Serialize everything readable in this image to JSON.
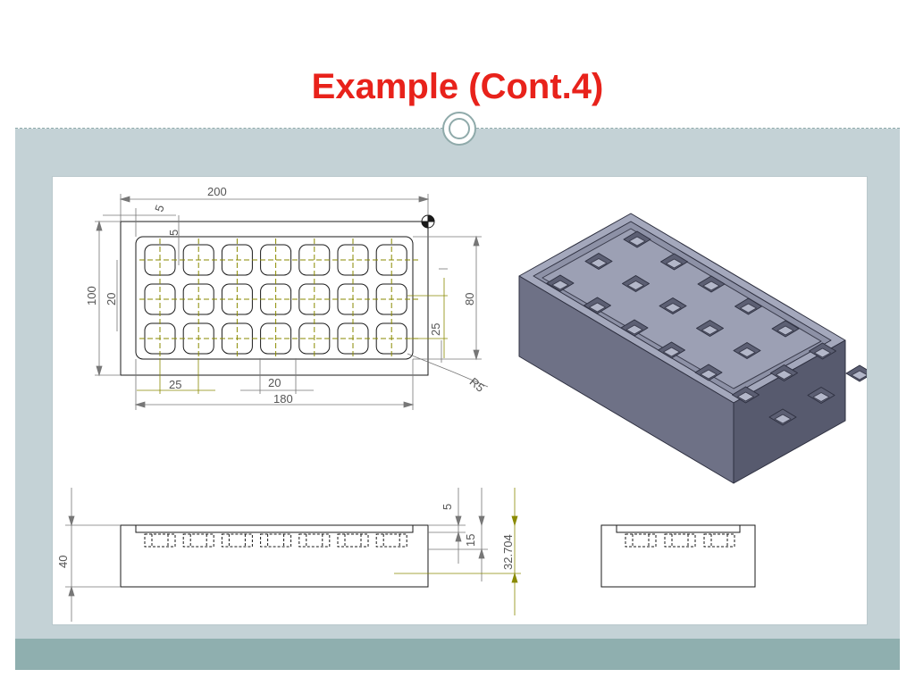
{
  "slide": {
    "title": "Example (Cont.4)"
  },
  "drawing": {
    "top_view": {
      "dim_overall_width": "200",
      "dim_wall_offset_x": "5",
      "dim_wall_offset_y": "5",
      "dim_overall_height": "100",
      "dim_pocket_pitch_y": "20",
      "dim_inner_height": "80",
      "dim_pocket_pitch_x_25": "25",
      "dim_pocket_pitch_x": "20",
      "dim_inner_width": "180",
      "dim_edge_25": "25",
      "dim_corner_radius": "R5"
    },
    "front_view": {
      "dim_total_height": "40",
      "dim_step_depth": "5",
      "dim_pocket_depth": "15",
      "dim_to_bottom": "32.704"
    }
  },
  "colors": {
    "title_red": "#e8221b",
    "content_bg": "#c4d2d6",
    "bottom_band": "#8fafaf",
    "centerline": "#8a8a00",
    "solid_face_top": "#a4a8bc",
    "solid_face_front": "#6e7186",
    "solid_face_side": "#575a6e"
  }
}
